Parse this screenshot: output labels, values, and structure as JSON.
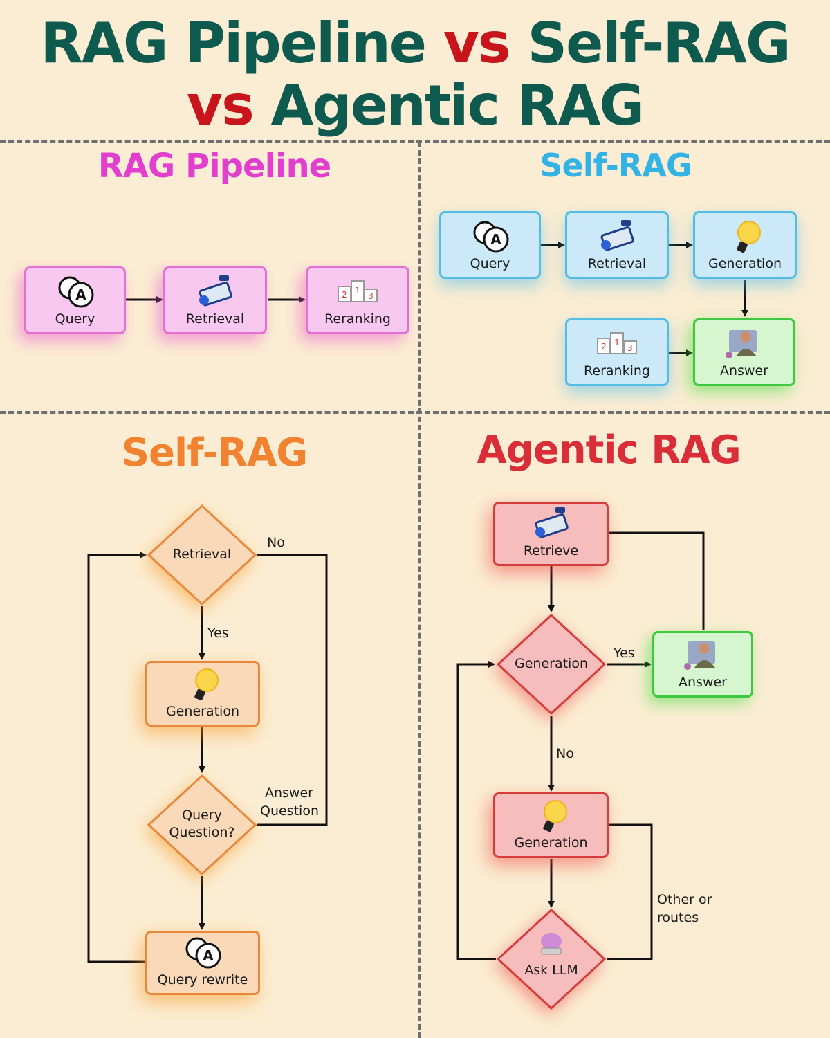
{
  "title": {
    "line1_a": "RAG Pipeline",
    "line1_b": "vs",
    "line1_c": "Self-RAG",
    "line2_a": "vs",
    "line2_b": "Agentic RAG"
  },
  "colors": {
    "background": "#fbedd3",
    "title_green": "#0f5a4f",
    "title_red": "#c8141b",
    "rag_pipeline": "#e23fcf",
    "self_rag_blue": "#33b2e5",
    "self_rag_orange": "#f08230",
    "agentic_red": "#d92e38"
  },
  "rag_pipeline": {
    "title": "RAG Pipeline",
    "nodes": {
      "query": "Query",
      "retrieval": "Retrieval",
      "reranking": "Reranking"
    }
  },
  "self_rag_top": {
    "title": "Self-RAG",
    "nodes": {
      "query": "Query",
      "retrieval": "Retrieval",
      "generation": "Generation",
      "reranking": "Reranking",
      "answer": "Answer"
    }
  },
  "self_rag_flow": {
    "title": "Self-RAG",
    "nodes": {
      "retrieval": "Retrieval",
      "generation": "Generation",
      "decision_line1": "Query",
      "decision_line2": "Question?",
      "query_rewrite": "Query rewrite"
    },
    "edges": {
      "no": "No",
      "yes": "Yes",
      "answer_line1": "Answer",
      "answer_line2": "Question"
    }
  },
  "agentic_rag": {
    "title": "Agentic RAG",
    "nodes": {
      "retrieve": "Retrieve",
      "generation_decision": "Generation",
      "answer": "Answer",
      "generation": "Generation",
      "ask_llm": "Ask LLM"
    },
    "edges": {
      "yes": "Yes",
      "no": "No",
      "other_line1": "Other or",
      "other_line2": "routes"
    }
  },
  "icons": [
    "chat-query-icon",
    "retrieval-tool-icon",
    "ranking-icon",
    "lightbulb-icon",
    "agent-person-icon",
    "brain-chip-icon"
  ]
}
